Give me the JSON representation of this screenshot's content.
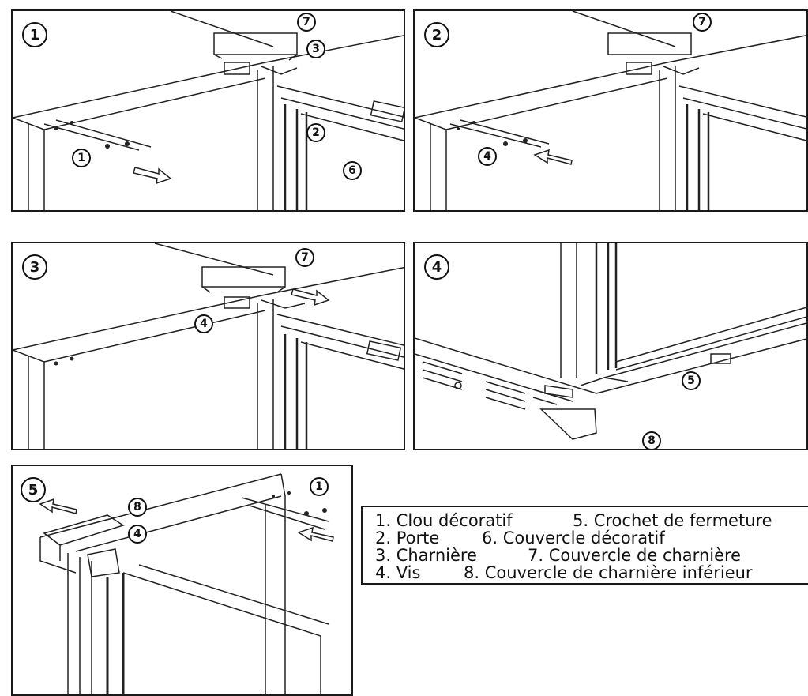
{
  "panels": [
    {
      "step": "1",
      "callouts": [
        "7",
        "3",
        "2",
        "6",
        "1"
      ]
    },
    {
      "step": "2",
      "callouts": [
        "7",
        "4"
      ]
    },
    {
      "step": "3",
      "callouts": [
        "7",
        "4"
      ]
    },
    {
      "step": "4",
      "callouts": [
        "5",
        "8"
      ]
    },
    {
      "step": "5",
      "callouts": [
        "8",
        "4",
        "1"
      ]
    }
  ],
  "legend": {
    "rows": [
      {
        "left": "1.  Clou décoratif",
        "right": "5. Crochet de fermeture"
      },
      {
        "left": "2.  Porte",
        "right": "6. Couvercle décoratif"
      },
      {
        "left": "3.  Charnière",
        "right": "7. Couvercle de charnière"
      },
      {
        "left": "4.  Vis",
        "right": "8. Couvercle de charnière inférieur"
      }
    ]
  }
}
